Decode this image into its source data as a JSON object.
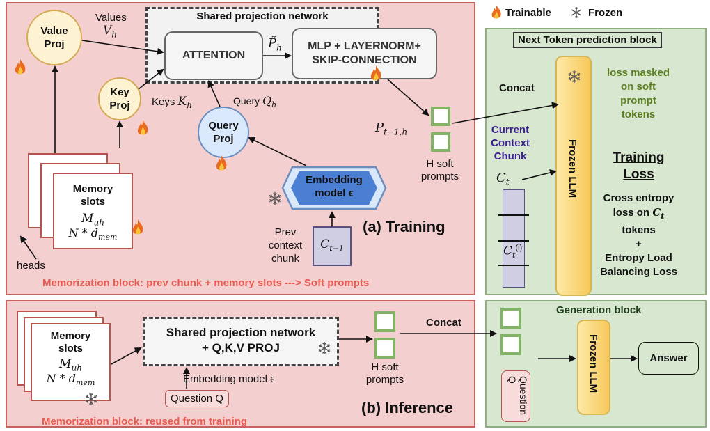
{
  "legend": {
    "trainable_label": "Trainable",
    "frozen_label": "Frozen",
    "trainable_icon": "flame-icon",
    "frozen_icon": "snowflake-icon"
  },
  "training": {
    "shared_net_title": "Shared projection network",
    "attention": "ATTENTION",
    "mlp": "MLP + LAYERNORM+\nSKIP-CONNECTION",
    "value_proj": "Value\nProj",
    "key_proj": "Key\nProj",
    "query_proj": "Query\nProj",
    "values_label": "Values",
    "values_sym": "V",
    "values_sub": "h",
    "keys_label": "Keys",
    "keys_sym": "K",
    "keys_sub": "h",
    "query_label": "Query",
    "query_sym": "Q",
    "query_sub": "h",
    "p_tilde_sym": "P̃",
    "p_tilde_sub": "h",
    "memory_slots": "Memory\nslots",
    "mem_m": "M",
    "mem_m_sub": "uh",
    "mem_n": "N * d",
    "mem_n_sub": "mem",
    "heads": "heads",
    "embedding": "Embedding\nmodel ϵ",
    "prev_context": "Prev\ncontext\nchunk",
    "c_prev_sym": "C",
    "c_prev_sub": "t−1",
    "p_out_sym": "P",
    "p_out_sub": "t−1,h",
    "h_soft_prompts": "H soft\nprompts",
    "section_title": "(a) Training",
    "footer": "Memorization block: prev chunk + memory slots ---> Soft prompts"
  },
  "ntp": {
    "title": "Next Token prediction block",
    "concat": "Concat",
    "loss_masked": "loss masked\non soft\nprompt\ntokens",
    "current_context": "Current\nContext\nChunk",
    "ct_sym": "C",
    "ct_sub": "t",
    "ct_i_sym": "C",
    "ct_i_sub": "t",
    "ct_i_sup": "(i)",
    "frozen_llm": "Frozen LLM",
    "training_loss": "Training\nLoss",
    "loss_line1": "Cross entropy",
    "loss_line2_pre": "loss on ",
    "loss_line2_sym": "C",
    "loss_line2_sub": "t",
    "loss_line3": "tokens",
    "loss_plus": "+",
    "loss_line4": "Entropy Load\nBalancing Loss"
  },
  "inference": {
    "memory_slots": "Memory\nslots",
    "mem_m": "M",
    "mem_m_sub": "uh",
    "mem_n": "N * d",
    "mem_n_sub": "mem",
    "shared_net": "Shared projection network\n+ Q,K,V PROJ",
    "embedding_label": "Embedding model ϵ",
    "question": "Question Q",
    "h_soft_prompts": "H soft\nprompts",
    "concat": "Concat",
    "section_title": "(b) Inference",
    "footer": "Memorization block: reused from training"
  },
  "generation": {
    "title": "Generation block",
    "question": "Question\nQ",
    "frozen_llm": "Frozen LLM",
    "answer": "Answer"
  }
}
